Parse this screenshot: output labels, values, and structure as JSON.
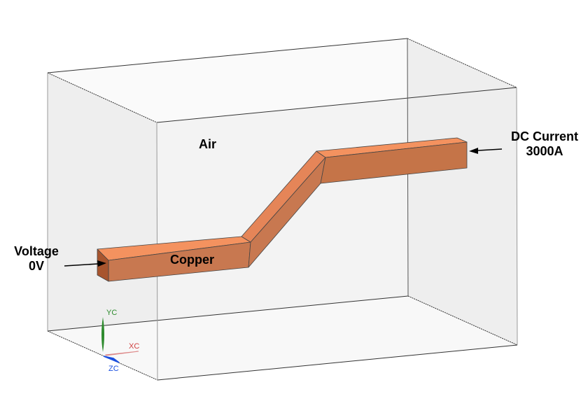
{
  "diagram": {
    "domain_region_label": "Air",
    "conductor_label": "Copper",
    "boundary_conditions": [
      {
        "id": "voltage",
        "line1": "Voltage",
        "line2": "0V"
      },
      {
        "id": "current",
        "line1": "DC Current",
        "line2": "3000A"
      }
    ],
    "triad": {
      "x_label": "XC",
      "y_label": "YC",
      "z_label": "ZC",
      "x_color": "#d04040",
      "y_color": "#2e8b2e",
      "z_color": "#1a4fe0"
    },
    "colors": {
      "copper_top": "#f4925f",
      "copper_side": "#c87850",
      "copper_end": "#a8552e",
      "box_edge": "#333333",
      "box_face_left": "#eeeeee",
      "box_face_back": "#f3f3f3",
      "box_face_top": "#fafafa"
    }
  }
}
